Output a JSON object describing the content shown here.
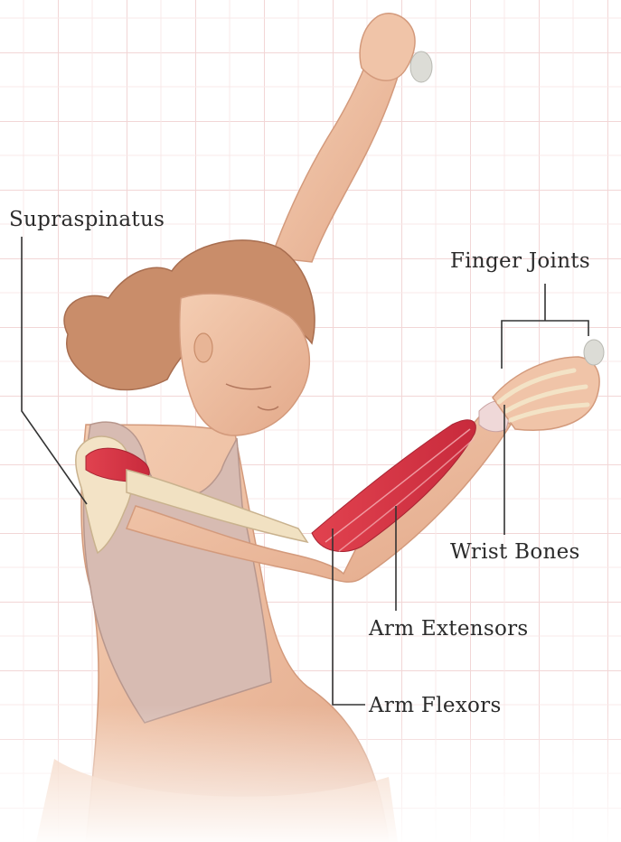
{
  "labels": {
    "supraspinatus": "Supraspinatus",
    "finger_joints": "Finger Joints",
    "wrist_bones": "Wrist Bones",
    "arm_extensors": "Arm Extensors",
    "arm_flexors": "Arm Flexors"
  },
  "colors": {
    "grid": "#f2d9d9",
    "skin": "#efc3a6",
    "skin_shadow": "#d99a7e",
    "tank_top": "#d8bcb3",
    "hair": "#c98d6a",
    "muscle": "#d9374a",
    "bone": "#f1e1c2",
    "leader_line": "#333333"
  }
}
